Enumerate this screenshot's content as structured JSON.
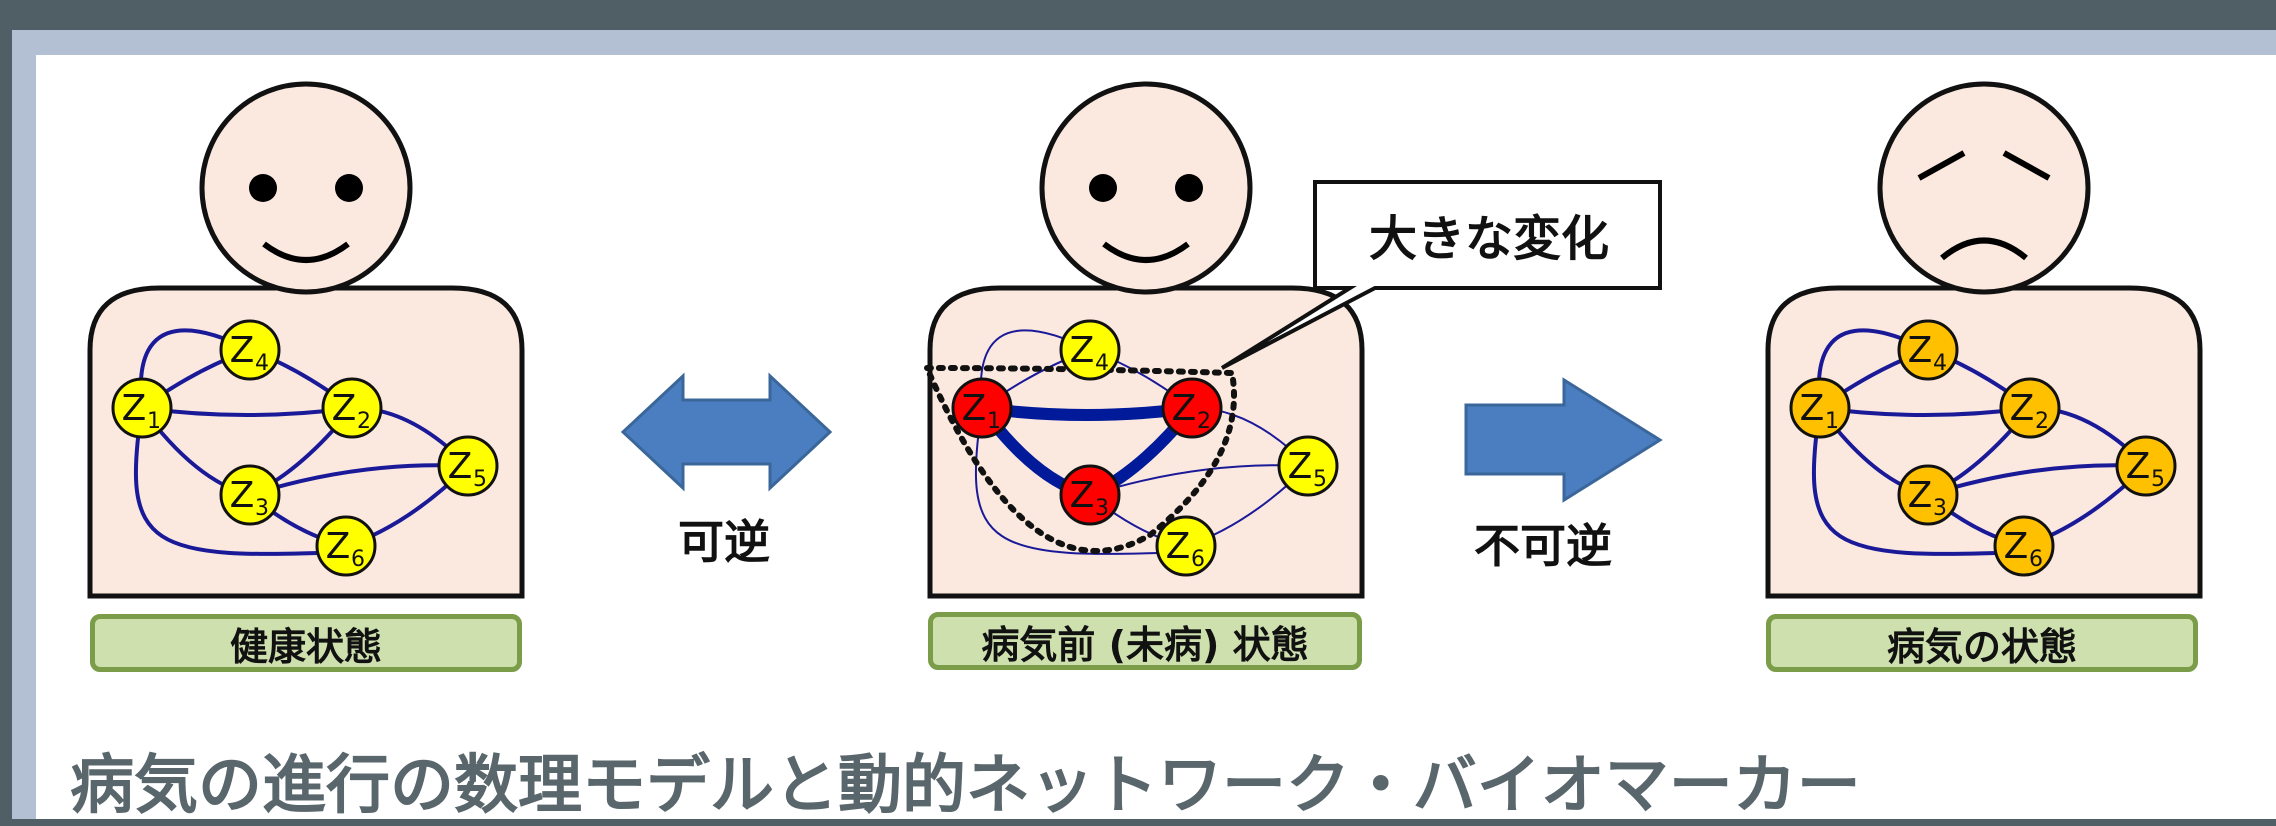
{
  "labels": {
    "healthy": "健康状態",
    "predisease": "病気前 (未病) 状態",
    "disease": "病気の状態"
  },
  "arrows": {
    "reversible": "可逆",
    "irreversible": "不可逆"
  },
  "callout": "大きな変化",
  "title": "病気の進行の数理モデルと動的ネットワーク・バイオマーカー",
  "node_labels": [
    "Z1",
    "Z2",
    "Z3",
    "Z4",
    "Z5",
    "Z6"
  ],
  "colors": {
    "skin": "#fbe9df",
    "healthy_node": "#ffff00",
    "predisease_node": "#ff0000",
    "disease_node": "#ffc000",
    "edge": "#1a1a99",
    "arrow": "#4a7ec0",
    "label_fill": "#cde0ae",
    "label_border": "#7b9c48"
  }
}
